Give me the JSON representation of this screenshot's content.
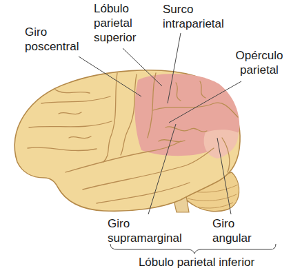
{
  "diagram": {
    "labels": [
      "Giro poscentral",
      "Lóbulo parietal superior",
      "Surco intraparietal",
      "Opérculo parietal",
      "Giro supramarginal",
      "Giro angular",
      "Lóbulo parietal inferior"
    ]
  }
}
